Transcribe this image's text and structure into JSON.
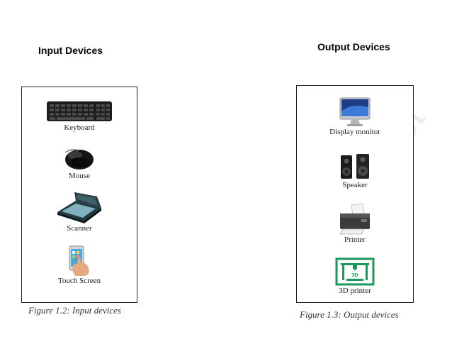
{
  "input_section": {
    "heading": "Input Devices",
    "devices": [
      {
        "label": "Keyboard",
        "icon": "keyboard-icon"
      },
      {
        "label": "Mouse",
        "icon": "mouse-icon"
      },
      {
        "label": "Scanner",
        "icon": "scanner-icon"
      },
      {
        "label": "Touch Screen",
        "icon": "touch-screen-icon"
      }
    ],
    "caption": "Figure 1.2: Input devices"
  },
  "output_section": {
    "heading": "Output Devices",
    "devices": [
      {
        "label": "Display monitor",
        "icon": "monitor-icon"
      },
      {
        "label": "Speaker",
        "icon": "speaker-icon"
      },
      {
        "label": "Printer",
        "icon": "printer-icon"
      },
      {
        "label": "3D printer",
        "icon": "3d-printer-icon",
        "icon_text": "3D",
        "icon_color": "#1a9a5a"
      }
    ],
    "caption": "Figure 1.3: Output devices"
  },
  "watermark": "not"
}
